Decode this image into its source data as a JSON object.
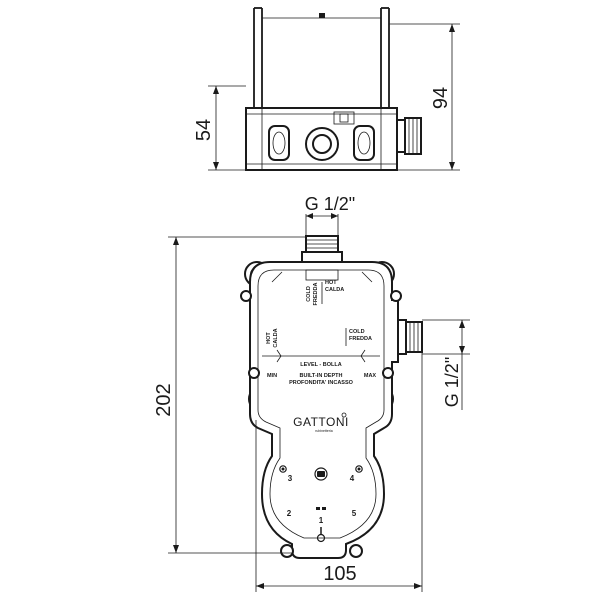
{
  "dimensions": {
    "height_total": "94",
    "height_box": "54",
    "width_total": "105",
    "height_body": "202",
    "outlet_top": "G 1/2\"",
    "outlet_side": "G 1/2\""
  },
  "labels": {
    "hot_calda_left": [
      "HOT",
      "CALDA"
    ],
    "cold_fredda_top": [
      "COLD",
      "FREDDA"
    ],
    "hot_calda_top": [
      "HOT",
      "CALDA"
    ],
    "cold_fredda_right": [
      "COLD",
      "FREDDA"
    ],
    "level_bolla": "LEVEL - BOLLA",
    "built_in_depth": "BUILT-IN  DEPTH",
    "profondita_incasso": "PROFONDITA' INCASSO",
    "min": "MIN",
    "max": "MAX"
  },
  "brand": {
    "name": "GATTONI",
    "sub": "rubinetteria"
  },
  "dial_numbers": [
    "1",
    "2",
    "3",
    "4",
    "5"
  ],
  "colors": {
    "line": "#1a1a1a",
    "background": "#ffffff"
  }
}
